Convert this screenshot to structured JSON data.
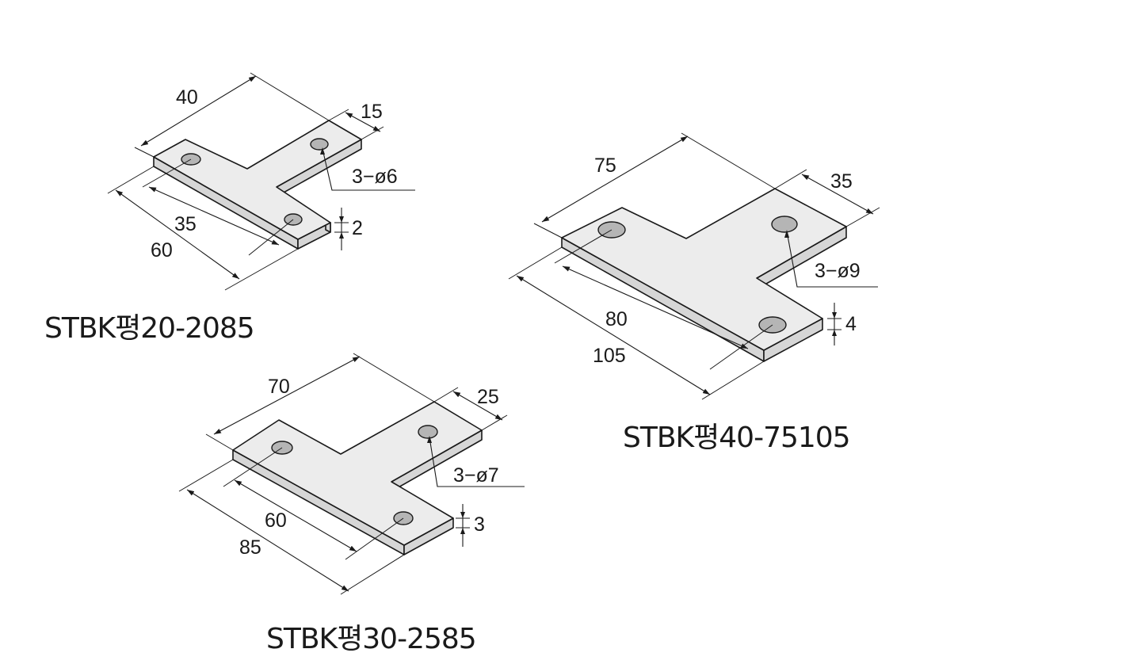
{
  "drawings": [
    {
      "part_no": "STBK평20-2085",
      "dimensions": {
        "top_width": "40",
        "arm_width": "15",
        "hole_pitch": "35",
        "overall_length": "60",
        "thickness": "2",
        "holes": "3−ø6"
      }
    },
    {
      "part_no": "STBK평40-75105",
      "dimensions": {
        "top_width": "75",
        "arm_width": "35",
        "hole_pitch": "80",
        "overall_length": "105",
        "thickness": "4",
        "holes": "3−ø9"
      }
    },
    {
      "part_no": "STBK평30-2585",
      "dimensions": {
        "top_width": "70",
        "arm_width": "25",
        "hole_pitch": "60",
        "overall_length": "85",
        "thickness": "3",
        "holes": "3−ø7"
      }
    }
  ]
}
